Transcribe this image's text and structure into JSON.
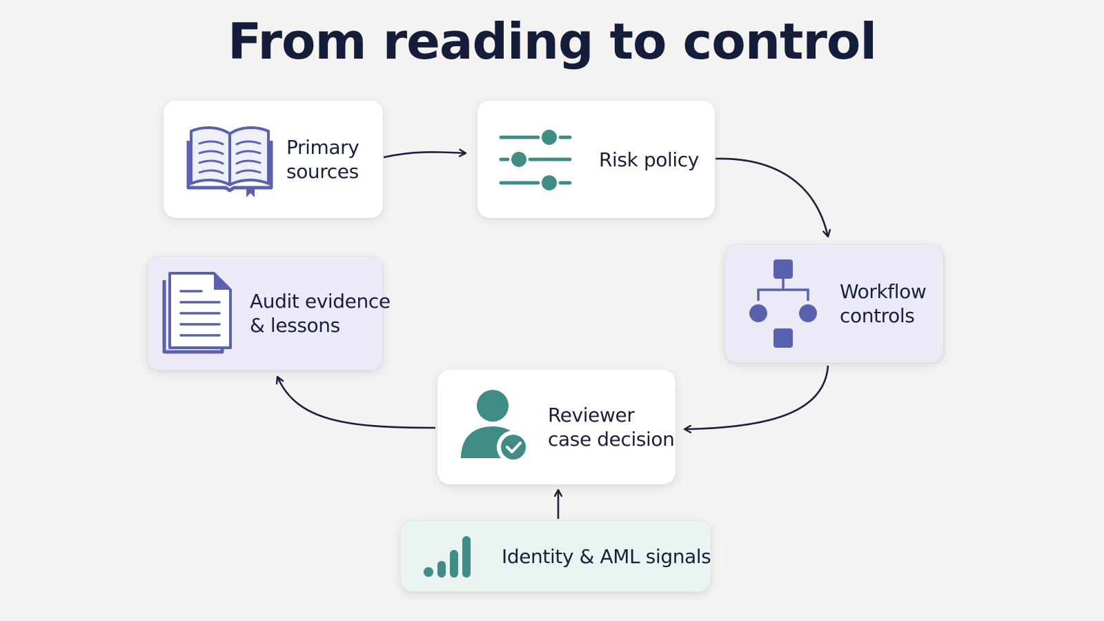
{
  "title": "From reading to control",
  "colors": {
    "background": "#f4f3f1",
    "title": "#141d3a",
    "arrow": "#1a2140",
    "indigo": "#5a62b0",
    "teal": "#3f8c86"
  },
  "nodes": {
    "primary_sources": {
      "lines": [
        "Primary",
        "sources"
      ],
      "icon": "open-book-icon"
    },
    "risk_policy": {
      "lines": [
        "Risk policy"
      ],
      "icon": "sliders-icon"
    },
    "workflow_controls": {
      "lines": [
        "Workflow",
        "controls"
      ],
      "icon": "flowchart-icon"
    },
    "reviewer_decision": {
      "lines": [
        "Reviewer",
        "case decision"
      ],
      "icon": "user-check-icon"
    },
    "audit_evidence": {
      "lines": [
        "Audit evidence",
        "& lessons"
      ],
      "icon": "document-icon"
    },
    "signals": {
      "lines": [
        "Identity & AML signals"
      ],
      "icon": "signal-bars-icon"
    }
  },
  "edges": [
    {
      "from": "primary_sources",
      "to": "risk_policy"
    },
    {
      "from": "risk_policy",
      "to": "workflow_controls"
    },
    {
      "from": "workflow_controls",
      "to": "reviewer_decision"
    },
    {
      "from": "reviewer_decision",
      "to": "audit_evidence"
    },
    {
      "from": "signals",
      "to": "reviewer_decision"
    }
  ]
}
